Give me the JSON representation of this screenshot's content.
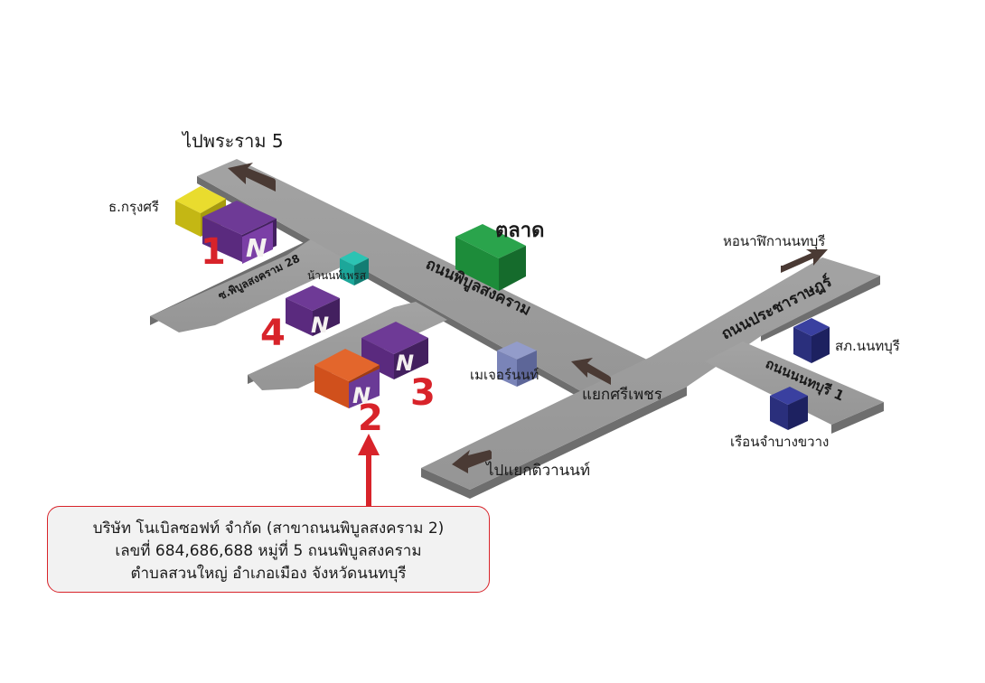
{
  "directions": {
    "to_rama5": "ไปพระราม 5",
    "to_hospital": "หอนาฬิกานนทบุรี",
    "to_tiwanon": "ไปแยกติวานนท์"
  },
  "roads": {
    "phibun_main": "ถนนพิบูลสงคราม",
    "soi28": "ซ.พิบูลสงคราม 28",
    "pracharat": "ถนนประชาราษฎร์",
    "nonthaburi1": "ถนนนนทบุรี 1"
  },
  "junction": "แยกศรีเพชร",
  "landmarks": {
    "bank": "ธ.กรุงศรี",
    "market": "ตลาด",
    "nannonphon": "น้านนท์เพรส",
    "major": "เมเจอร์นนท์",
    "provincial_office": "สภ.นนทบุรี",
    "prison": "เรือนจำบางขวาง"
  },
  "branches": [
    {
      "number": "1",
      "logo": "N"
    },
    {
      "number": "2",
      "logo": "N"
    },
    {
      "number": "3",
      "logo": "N"
    },
    {
      "number": "4",
      "logo": "N"
    }
  ],
  "address": {
    "line1": "บริษัท โนเบิลซอฟท์ จำกัด  (สาขาถนนพิบูลสงคราม 2)",
    "line2": "เลขที่ 684,686,688 หมู่ที่ 5 ถนนพิบูลสงคราม",
    "line3": "ตำบลสวนใหญ่ อำเภอเมือง   จังหวัดนนทบุรี"
  },
  "colors": {
    "road": "#9b9b9b",
    "branch_purple": "#5a2a7e",
    "branch_orange": "#d0501c",
    "bank_yellow": "#d4c51a",
    "market_green": "#1d8c3a",
    "teal": "#1ca79a",
    "major_blue": "#7a84b8",
    "navy": "#2a2f7c",
    "arrow": "#4a3a34",
    "accent_red": "#d8232a"
  }
}
